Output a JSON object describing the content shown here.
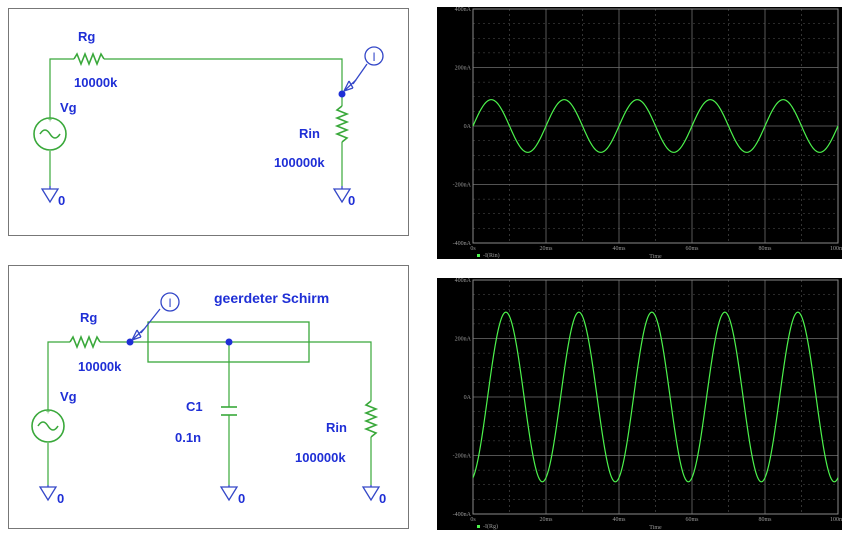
{
  "circuit1": {
    "source_name": "Vg",
    "rg_name": "Rg",
    "rg_value": "10000k",
    "rin_name": "Rin",
    "rin_value": "100000k",
    "probe": "I",
    "ground1": "0",
    "ground2": "0"
  },
  "circuit2": {
    "source_name": "Vg",
    "rg_name": "Rg",
    "rg_value": "10000k",
    "shield_label": "geerdeter Schirm",
    "c_name": "C1",
    "c_value": "0.1n",
    "rin_name": "Rin",
    "rin_value": "100000k",
    "probe": "I",
    "ground1": "0",
    "ground2": "0",
    "ground3": "0"
  },
  "chart_data": [
    {
      "type": "line",
      "x_ticks": [
        "0s",
        "20ms",
        "40ms",
        "60ms",
        "80ms",
        "100ms"
      ],
      "y_ticks": [
        "400nA",
        "200nA",
        "0A",
        "-200nA",
        "-400nA"
      ],
      "xlabel": "Time",
      "ylim": [
        -400,
        400
      ],
      "xlim": [
        0,
        100
      ],
      "legend": "-I(Rin)",
      "series": [
        {
          "name": "-I(Rin)",
          "function": "sine",
          "amplitude": 90,
          "frequency_hz": 50,
          "phase_deg": 0
        }
      ],
      "grid": true
    },
    {
      "type": "line",
      "x_ticks": [
        "0s",
        "20ms",
        "40ms",
        "60ms",
        "80ms",
        "100ms"
      ],
      "y_ticks": [
        "400nA",
        "200nA",
        "0A",
        "-200nA",
        "-400nA"
      ],
      "xlabel": "Time",
      "ylim": [
        -400,
        400
      ],
      "xlim": [
        0,
        100
      ],
      "legend": "-I(Rg)",
      "series": [
        {
          "name": "-I(Rg)",
          "function": "sine",
          "amplitude": 290,
          "frequency_hz": 50,
          "phase_deg": -72
        }
      ],
      "grid": true
    }
  ]
}
